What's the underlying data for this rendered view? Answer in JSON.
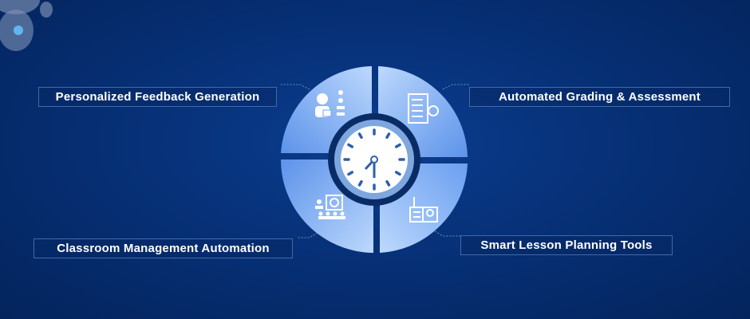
{
  "labels": {
    "top_left": "Personalized Feedback Generation",
    "top_right": "Automated Grading & Assessment",
    "bottom_left": "Classroom Management Automation",
    "bottom_right": "Smart Lesson Planning Tools"
  },
  "colors": {
    "background": "#062e72",
    "segment_light": "#a9cdfb",
    "segment_mid": "#6fa3ef",
    "clock_face": "#ffffff",
    "clock_ring": "#0a2c66"
  }
}
